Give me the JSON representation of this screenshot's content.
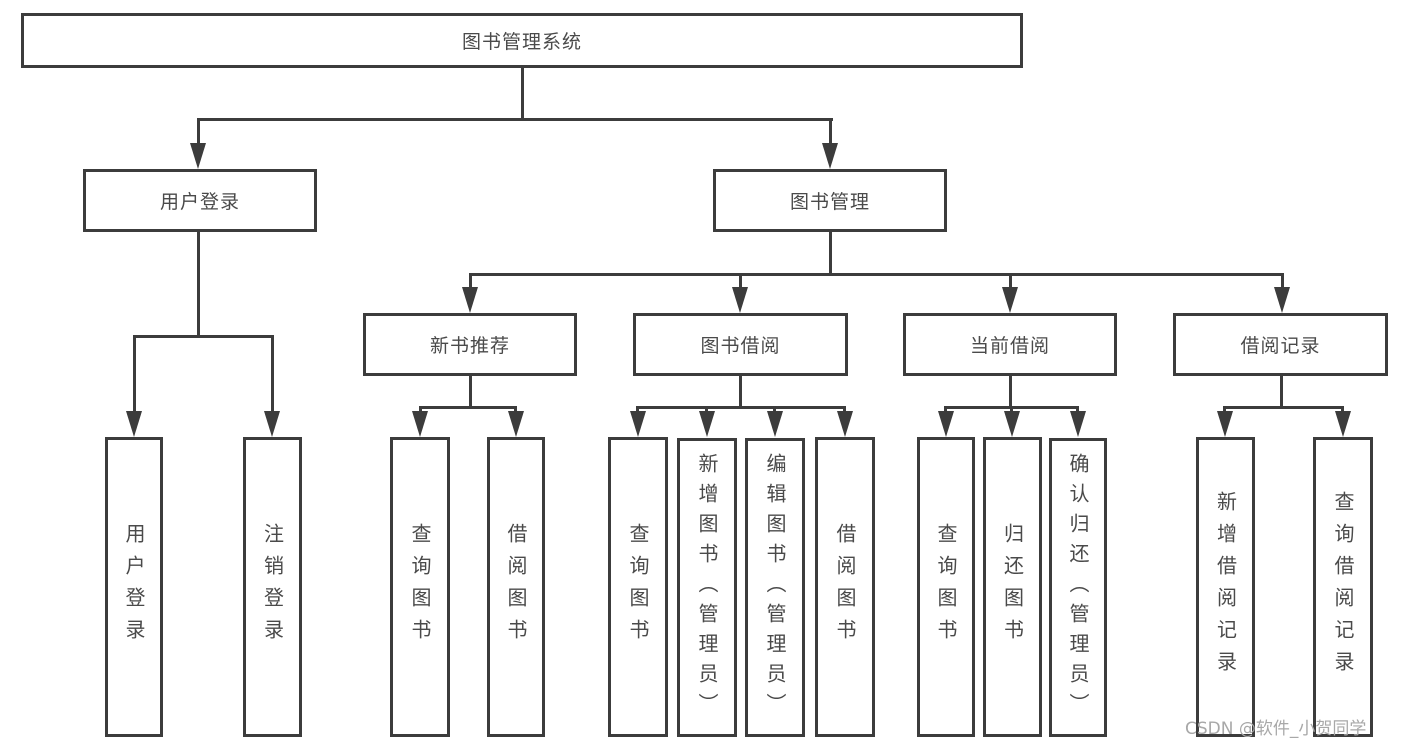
{
  "diagram": {
    "watermark": "CSDN @软件_小贺同学"
  },
  "colors": {
    "line": "#3c3c3c",
    "text": "#4a4a4a",
    "watermark": "#a8a8a8",
    "background": "#ffffff"
  },
  "tree": {
    "root": {
      "label": "图书管理系统"
    },
    "branches": [
      {
        "label": "用户登录",
        "children": [
          {
            "label": "用户登录"
          },
          {
            "label": "注销登录"
          }
        ]
      },
      {
        "label": "图书管理",
        "children": [
          {
            "label": "新书推荐",
            "children": [
              {
                "label": "查询图书"
              },
              {
                "label": "借阅图书"
              }
            ]
          },
          {
            "label": "图书借阅",
            "children": [
              {
                "label": "查询图书"
              },
              {
                "label": "新增图书（管理员）"
              },
              {
                "label": "编辑图书（管理员）"
              },
              {
                "label": "借阅图书"
              }
            ]
          },
          {
            "label": "当前借阅",
            "children": [
              {
                "label": "查询图书"
              },
              {
                "label": "归还图书"
              },
              {
                "label": "确认归还（管理员）"
              }
            ]
          },
          {
            "label": "借阅记录",
            "children": [
              {
                "label": "新增借阅记录"
              },
              {
                "label": "查询借阅记录"
              }
            ]
          }
        ]
      }
    ]
  }
}
